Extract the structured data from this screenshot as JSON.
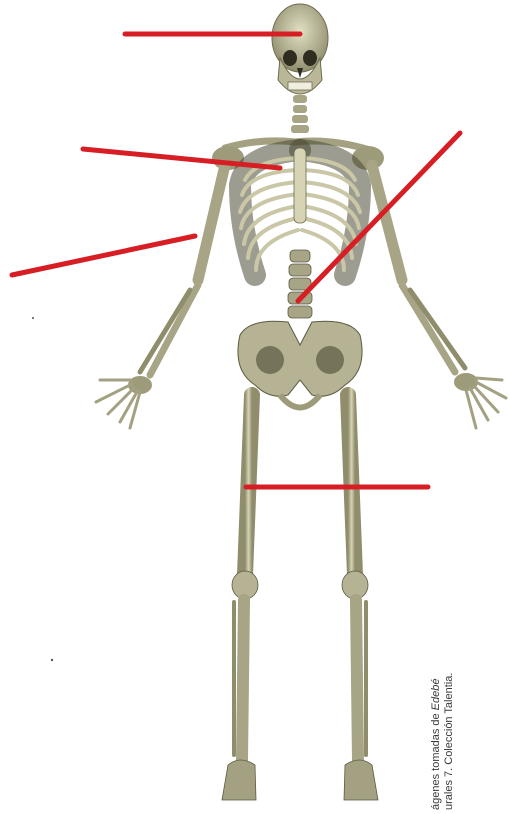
{
  "figure": {
    "subject": "human skeleton anterior view",
    "credit_line_1_prefix": "ágenes tomadas de ",
    "credit_line_1_italic": "Edebé",
    "credit_line_2": "urales 7. Colección Talentia.",
    "colors": {
      "bone": "#c9c7a6",
      "bone_shadow": "#8f8d6c",
      "bone_dark": "#4b4a35",
      "pointer": "#d81e25",
      "background": "#ffffff"
    }
  },
  "pointers": [
    {
      "id": "skull-pointer",
      "target": "cráneo"
    },
    {
      "id": "clavicle-pointer",
      "target": "esternón"
    },
    {
      "id": "humerus-pointer",
      "target": "húmero"
    },
    {
      "id": "spine-pointer",
      "target": "columna vertebral"
    },
    {
      "id": "femur-pointer",
      "target": "fémur"
    }
  ]
}
